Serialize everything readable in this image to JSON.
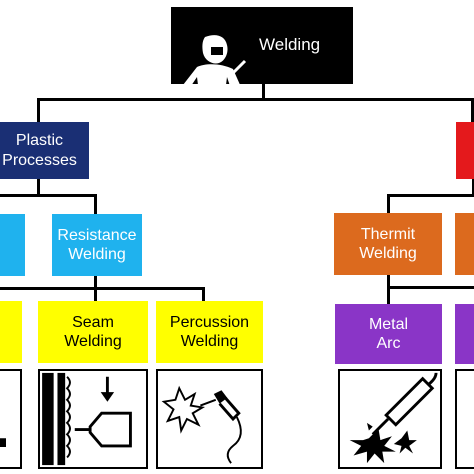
{
  "colors": {
    "root": "#000000",
    "plastic": "#1a2f74",
    "fusion": "#e4191c",
    "blue": "#1fb2ee",
    "orange": "#dc6a1e",
    "yellow": "#ffff00",
    "purple": "#8a35c7",
    "connector": "#000000"
  },
  "diagram": {
    "root": {
      "label": "Welding",
      "icon": "welder-icon"
    },
    "plastic": {
      "label": "Plastic\nProcesses"
    },
    "fusion": {
      "label": ""
    },
    "resistance": {
      "label": "Resistance\nWelding"
    },
    "thermit": {
      "label": "Thermit\nWelding"
    },
    "seam": {
      "label": "Seam\nWelding"
    },
    "percussion": {
      "label": "Percussion\nWelding"
    },
    "metal_arc": {
      "label": "Metal\nArc"
    },
    "icons": {
      "seam": "seam-welding-icon",
      "percussion": "percussion-welding-icon",
      "metal_arc": "arc-welding-icon",
      "spot": "spot-welding-icon"
    }
  }
}
